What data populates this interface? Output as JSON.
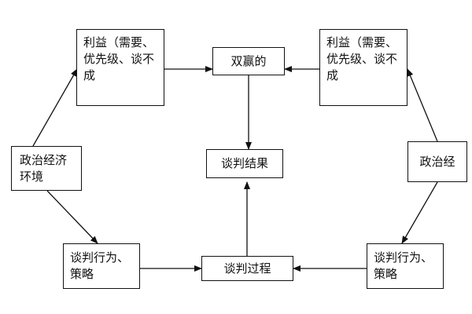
{
  "diagram": {
    "nodes": {
      "left_interest": "利益（需要、优先级、谈不成",
      "right_interest": "利益（需要、优先级、谈不成",
      "win_win": "双赢的",
      "result": "谈判结果",
      "left_env": "政治经济环境",
      "right_env": "政治经",
      "left_behavior": "谈判行为、策略",
      "process": "谈判过程",
      "right_behavior": "谈判行为、策略"
    }
  }
}
